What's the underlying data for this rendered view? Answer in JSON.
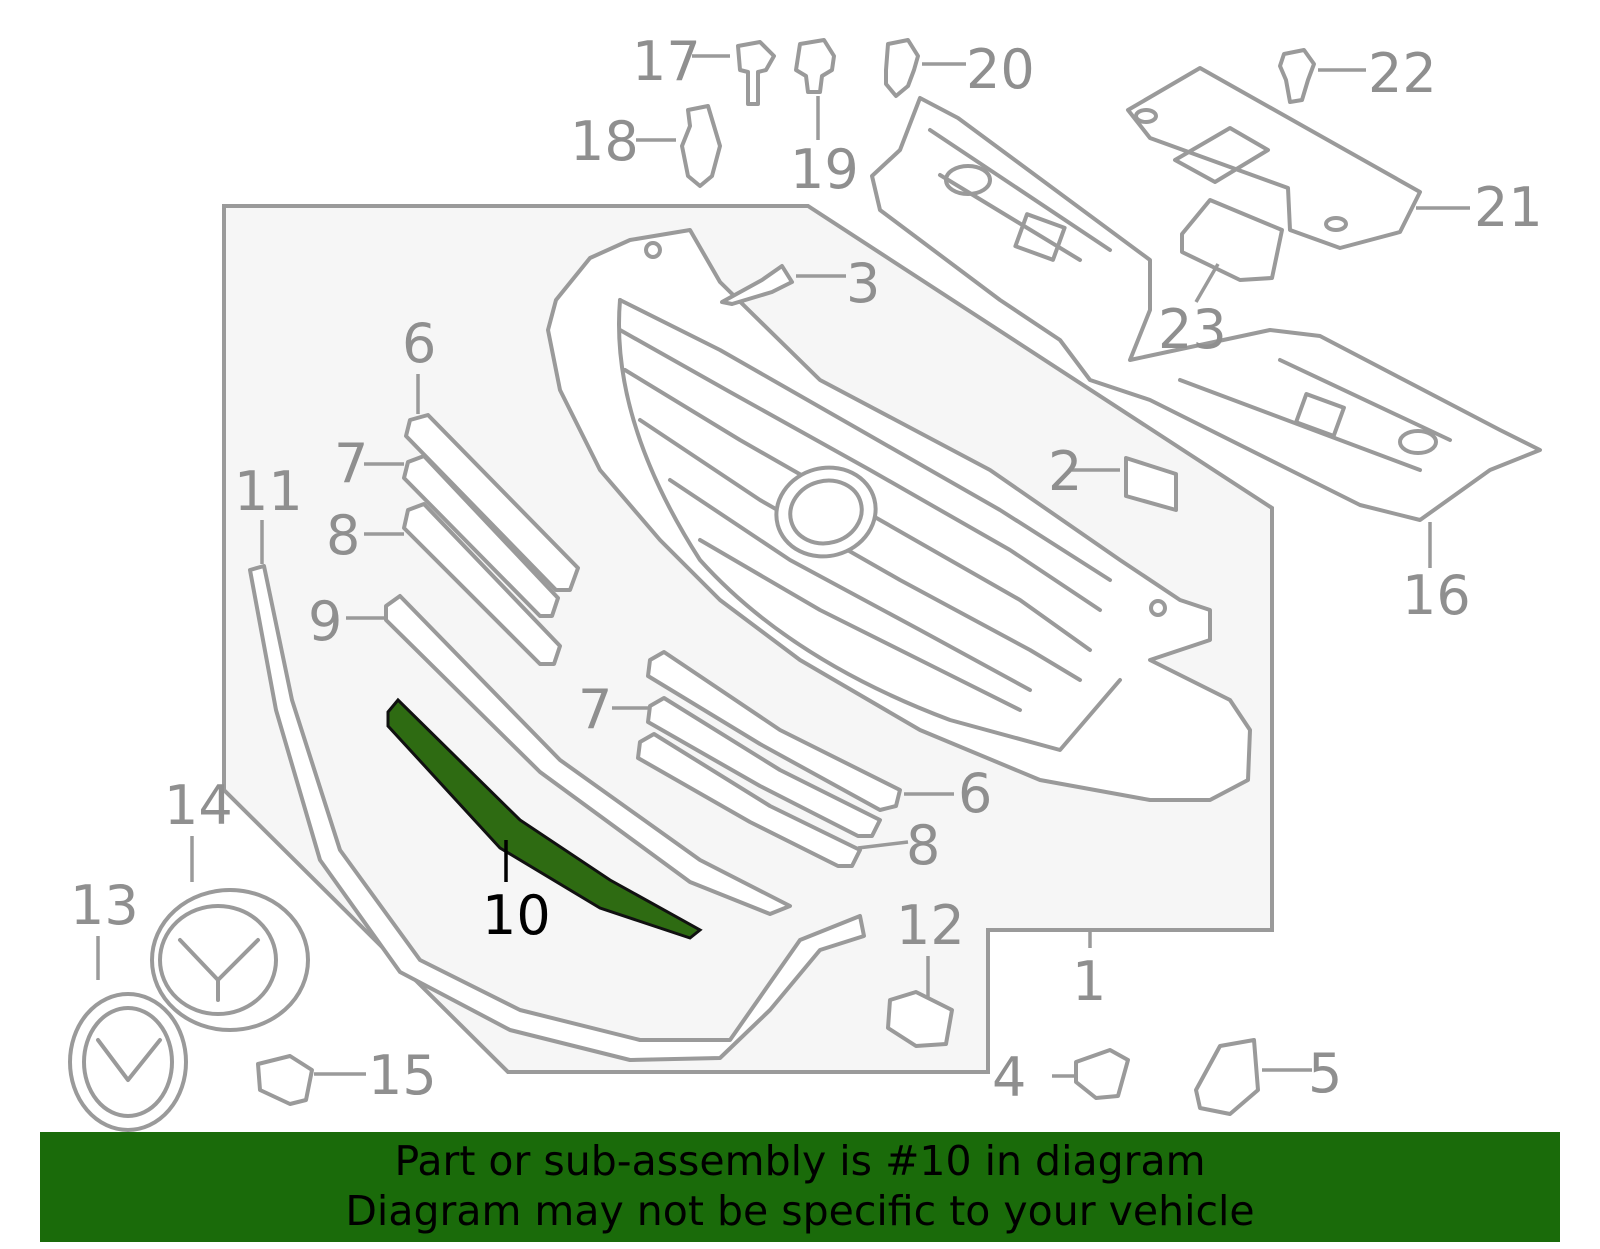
{
  "diagram": {
    "highlighted_part": "10",
    "highlight_color": "#2e6b12",
    "callouts": [
      "1",
      "2",
      "3",
      "4",
      "5",
      "6",
      "7",
      "8",
      "9",
      "10",
      "11",
      "12",
      "13",
      "14",
      "15",
      "16",
      "17",
      "18",
      "19",
      "20",
      "21",
      "22",
      "23"
    ],
    "callout_labels": {
      "c1": "1",
      "c2": "2",
      "c3": "3",
      "c4": "4",
      "c5": "5",
      "c6a": "6",
      "c6b": "6",
      "c7a": "7",
      "c7b": "7",
      "c8a": "8",
      "c8b": "8",
      "c9": "9",
      "c10": "10",
      "c11": "11",
      "c12": "12",
      "c13": "13",
      "c14": "14",
      "c15": "15",
      "c16": "16",
      "c17": "17",
      "c18": "18",
      "c19": "19",
      "c20": "20",
      "c21": "21",
      "c22": "22",
      "c23": "23"
    }
  },
  "banner": {
    "line1": "Part or sub-assembly is #10 in diagram",
    "line2": "Diagram may not be specific to your vehicle",
    "background": "#1a6b0a"
  }
}
